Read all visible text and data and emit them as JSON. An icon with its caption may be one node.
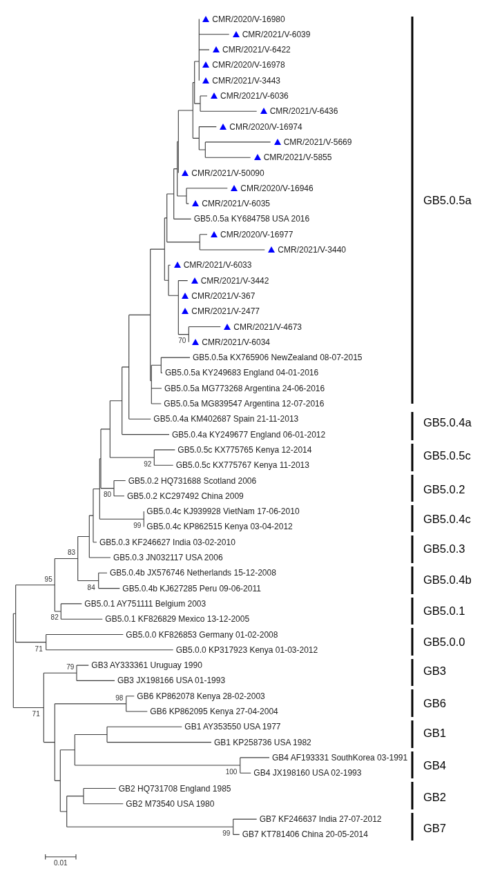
{
  "diagram": {
    "labels": [
      "CMR/2020/V-16980",
      "CMR/2021/V-6039",
      "CMR/2021/V-6422",
      "CMR/2020/V-16978",
      "CMR/2021/V-3443",
      "CMR/2021/V-6036",
      "CMR/2021/V-6436",
      "CMR/2020/V-16974",
      "CMR/2021/V-5669",
      "CMR/2021/V-5855",
      "CMR/2021/V-50090",
      "CMR/2020/V-16946",
      "CMR/2021/V-6035",
      "GB5.0.5a",
      "GB5.0.5a KY684758 USA 2016",
      "CMR/2020/V-16977",
      "CMR/2021/V-3440",
      "CMR/2021/V-6033",
      "CMR/2021/V-3442",
      "CMR/2021/V-367",
      "CMR/2021/V-2477",
      "CMR/2021/V-4673",
      "70",
      "CMR/2021/V-6034",
      "GB5.0.5a KX765906 NewZealand 08-07-2015",
      "GB5.0.5a KY249683 England 04-01-2016",
      "GB5.0.5a MG773268 Argentina 24-06-2016",
      "GB5.0.5a MG839547 Argentina 12-07-2016",
      "GB5.0.4a KM402687 Spain 21-11-2013",
      "GB5.0.4a",
      "GB5.0.4a KY249677 England 06-01-2012",
      "GB5.0.5c KX775765 Kenya 12-2014",
      "GB5.0.5c",
      "92",
      "GB5.0.5c KX775767 Kenya 11-2013",
      "GB5.0.2 HQ731688 Scotland 2006",
      "GB5.0.2",
      "80",
      "GB5.0.2 KC297492 China 2009",
      "GB5.0.4c KJ939928 VietNam 17-06-2010",
      "GB5.0.4c",
      "99",
      "GB5.0.4c KP862515 Kenya 03-04-2012",
      "GB5.0.3 KF246627 India 03-02-2010",
      "GB5.0.3",
      "83",
      "GB5.0.3 JN032117 USA 2006",
      "GB5.0.4b JX576746 Netherlands 15-12-2008",
      "95",
      "GB5.0.4b",
      "84",
      "GB5.0.4b KJ627285 Peru 09-06-2011",
      "GB5.0.1 AY751111 Belgium 2003",
      "GB5.0.1",
      "82",
      "GB5.0.1 KF826829 Mexico 13-12-2005",
      "GB5.0.0 KF826853 Germany 01-02-2008",
      "GB5.0.0",
      "71",
      "GB5.0.0 KP317923 Kenya 01-03-2012",
      "79",
      "GB3 AY333361 Uruguay 1990",
      "GB3",
      "GB3 JX198166 USA 01-1993",
      "98",
      "GB6 KP862078 Kenya 28-02-2003",
      "GB6",
      "GB6 KP862095 Kenya 27-04-2004",
      "71",
      "GB1 AY353550 USA 1977",
      "GB1",
      "GB1 KP258736 USA 1982",
      "GB4 AF193331 SouthKorea 03-1991",
      "GB4",
      "100",
      "GB4 JX198160 USA 02-1993",
      "GB2 HQ731708 England 1985",
      "GB2",
      "GB2 M73540 USA 1980",
      "GB7 KF246637 India 27-07-2012",
      "GB7",
      "99",
      "GB7 KT781406 China 20-05-2014",
      "0.01"
    ]
  }
}
